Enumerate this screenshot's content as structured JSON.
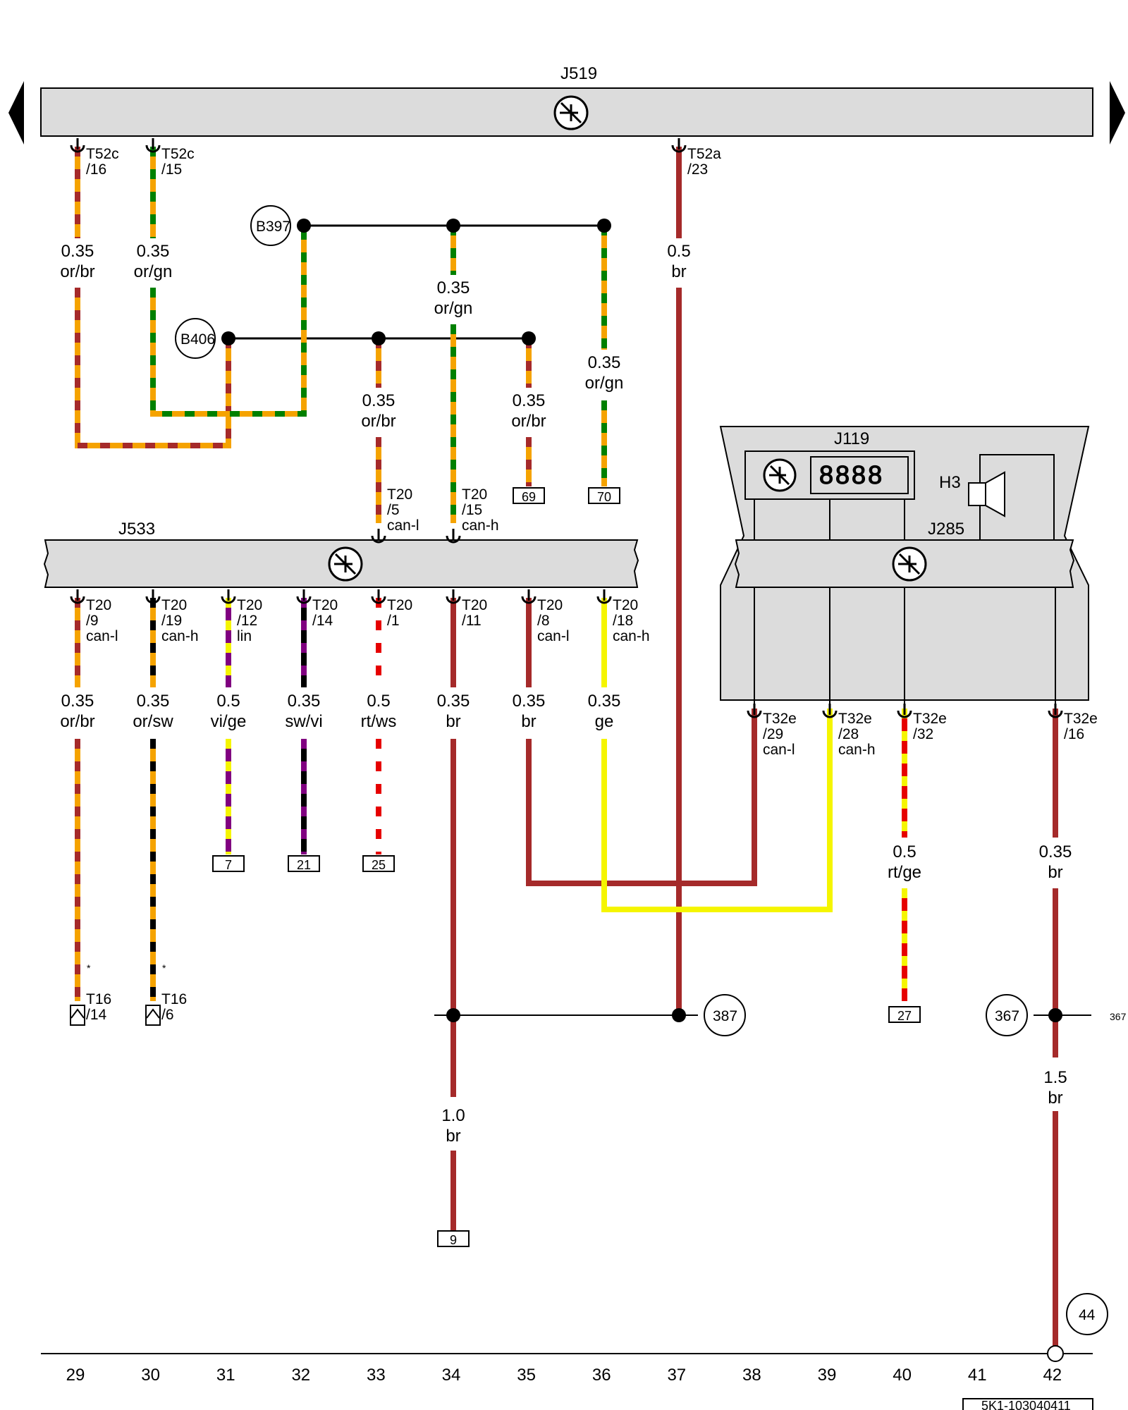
{
  "components": {
    "J519": "J519",
    "J533": "J533",
    "J119": "J119",
    "J285": "J285",
    "H3": "H3",
    "B397": "B397",
    "B406": "B406"
  },
  "display_digits": "8888",
  "pins": {
    "t52c16": [
      "T52c",
      "/16"
    ],
    "t52c15": [
      "T52c",
      "/15"
    ],
    "t52a23": [
      "T52a",
      "/23"
    ],
    "t20_5": [
      "T20",
      "/5",
      "can-l"
    ],
    "t20_15": [
      "T20",
      "/15",
      "can-h"
    ],
    "t20_9": [
      "T20",
      "/9",
      "can-l"
    ],
    "t20_19": [
      "T20",
      "/19",
      "can-h"
    ],
    "t20_12": [
      "T20",
      "/12",
      "lin"
    ],
    "t20_14": [
      "T20",
      "/14"
    ],
    "t20_1": [
      "T20",
      "/1"
    ],
    "t20_11": [
      "T20",
      "/11"
    ],
    "t20_8": [
      "T20",
      "/8",
      "can-l"
    ],
    "t20_18": [
      "T20",
      "/18",
      "can-h"
    ],
    "t32e29": [
      "T32e",
      "/29",
      "can-l"
    ],
    "t32e28": [
      "T32e",
      "/28",
      "can-h"
    ],
    "t32e32": [
      "T32e",
      "/32"
    ],
    "t32e16": [
      "T32e",
      "/16"
    ],
    "t16_14": [
      "T16",
      "/14"
    ],
    "t16_6": [
      "T16",
      "/6"
    ]
  },
  "wires": {
    "w_t52c16": [
      "0.35",
      "or/br"
    ],
    "w_t52c15": [
      "0.35",
      "or/gn"
    ],
    "w_t52a23": [
      "0.5",
      "br"
    ],
    "w_b397_mid": [
      "0.35",
      "or/gn"
    ],
    "w_b397_right": [
      "0.35",
      "or/gn"
    ],
    "w_b406_mid": [
      "0.35",
      "or/br"
    ],
    "w_b406_right": [
      "0.35",
      "or/br"
    ],
    "w_c29": [
      "0.35",
      "or/br"
    ],
    "w_c30": [
      "0.35",
      "or/sw"
    ],
    "w_c31": [
      "0.5",
      "vi/ge"
    ],
    "w_c32": [
      "0.35",
      "sw/vi"
    ],
    "w_c33": [
      "0.5",
      "rt/ws"
    ],
    "w_c34": [
      "0.35",
      "br"
    ],
    "w_c35": [
      "0.35",
      "br"
    ],
    "w_c36": [
      "0.35",
      "ge"
    ],
    "w_c40": [
      "0.5",
      "rt/ge"
    ],
    "w_c42": [
      "0.35",
      "br"
    ],
    "w_c34_low": [
      "1.0",
      "br"
    ],
    "w_c42_low": [
      "1.5",
      "br"
    ]
  },
  "refs": {
    "r69": "69",
    "r70": "70",
    "r7": "7",
    "r21": "21",
    "r25": "25",
    "r27": "27",
    "r9": "9"
  },
  "circles": {
    "c387": "387",
    "c367": "367",
    "c44": "44"
  },
  "edge_ref": "367",
  "asterisk": "*",
  "columns": [
    "29",
    "30",
    "31",
    "32",
    "33",
    "34",
    "35",
    "36",
    "37",
    "38",
    "39",
    "40",
    "41",
    "42"
  ],
  "doc_code": "5K1-103040411",
  "colors": {
    "or": "#f5a300",
    "br": "#a52a2a",
    "gn": "#008000",
    "sw": "#000000",
    "vi": "#800080",
    "ge": "#f5f500",
    "rt": "#e60000",
    "ws": "#ffffff",
    "module_fill": "#dcdcdc"
  }
}
